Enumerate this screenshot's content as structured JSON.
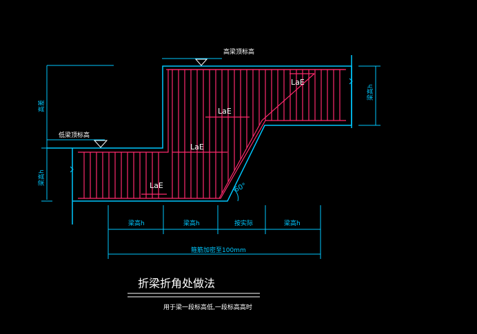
{
  "colors": {
    "background": "#000000",
    "beam_outline": "#00c8ff",
    "rebar": "#ff2a6d",
    "dimension": "#00c8ff",
    "white_text": "#ffffff",
    "angle_text": "#00e0e0"
  },
  "labels": {
    "high_beam_top": "高梁顶标高",
    "low_beam_top": "低梁顶标高",
    "left_height_dim": "梁高h",
    "left_level_dim": "高差",
    "right_height_dim": "梁高h",
    "lae_1": "LaE",
    "lae_2": "LaE",
    "lae_3": "LaE",
    "lae_4": "LaE",
    "angle": "60°",
    "bottom_dim_1": "梁高h",
    "bottom_dim_2": "梁高h",
    "bottom_dim_3": "按实际",
    "bottom_dim_4": "梁高h",
    "bottom_total": "箍筋加密至100mm",
    "title": "折梁折角处做法",
    "subtitle": "用于梁一段标高低,一段标高高时"
  }
}
